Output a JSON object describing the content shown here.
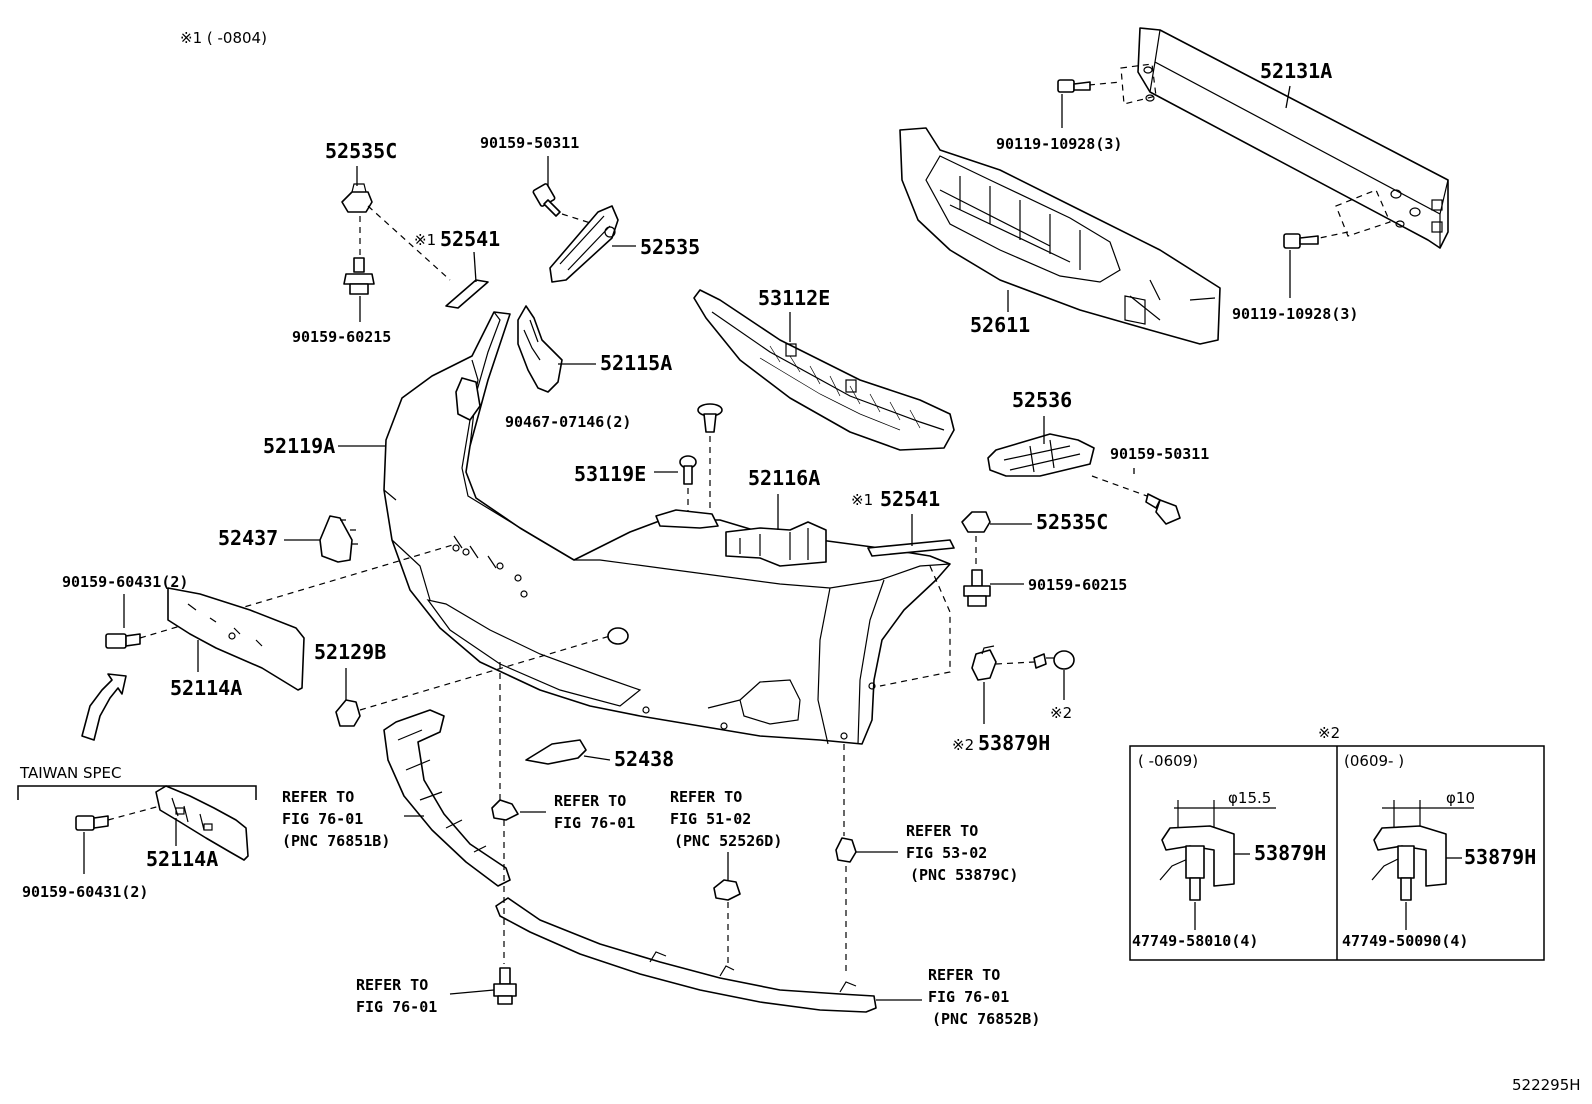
{
  "header": {
    "note": "※1 (       -0804)"
  },
  "footer": {
    "illustration_code": "522295H"
  },
  "labels": {
    "p52131A": "52131A",
    "p90119_top": "90119-10928(3)",
    "p90119_right": "90119-10928(3)",
    "p52611": "52611",
    "p52535C_top": "52535C",
    "p90159_50311_top": "90159-50311",
    "p52541_top_mark": "※1",
    "p52541_top": "52541",
    "p52535": "52535",
    "p90159_60215_top": "90159-60215",
    "p53112E": "53112E",
    "p52115A": "52115A",
    "p90467": "90467-07146(2)",
    "p52119A": "52119A",
    "p53119E": "53119E",
    "p52116A": "52116A",
    "p52541_mid_mark": "※1",
    "p52541_mid": "52541",
    "p52536": "52536",
    "p90159_50311_right": "90159-50311",
    "p52535C_right": "52535C",
    "p90159_60215_right": "90159-60215",
    "p52437": "52437",
    "p90159_60431_left": "90159-60431(2)",
    "p52114A_left": "52114A",
    "p52129B": "52129B",
    "p53879H_mark": "※2",
    "p53879H": "53879H",
    "p_ref2": "※2",
    "p52438": "52438",
    "taiwan_spec": "TAIWAN SPEC",
    "p52114A_taiwan": "52114A",
    "p90159_60431_taiwan": "90159-60431(2)"
  },
  "refer_notes": {
    "refer_left_1": "REFER TO",
    "refer_left_2": "FIG 76-01",
    "refer_left_3": "(PNC 76851B)",
    "refer_mid_1": "REFER TO",
    "refer_mid_2": "FIG 76-01",
    "refer_fig51_1": "REFER TO",
    "refer_fig51_2": "FIG 51-02",
    "refer_fig51_3": "(PNC 52526D)",
    "refer_fig53_1": "REFER TO",
    "refer_fig53_2": "FIG 53-02",
    "refer_fig53_3": "(PNC 53879C)",
    "refer_bottom_1": "REFER TO",
    "refer_bottom_2": "FIG 76-01",
    "refer_right_1": "REFER TO",
    "refer_right_2": "FIG 76-01",
    "refer_right_3": "(PNC 76852B)"
  },
  "inset": {
    "title": "※2",
    "left": {
      "period": "(       -0609)",
      "diameter": "φ15.5",
      "part": "53879H",
      "clip": "47749-58010(4)"
    },
    "right": {
      "period": "(0609-       )",
      "diameter": "φ10",
      "part": "53879H",
      "clip": "47749-50090(4)"
    }
  }
}
